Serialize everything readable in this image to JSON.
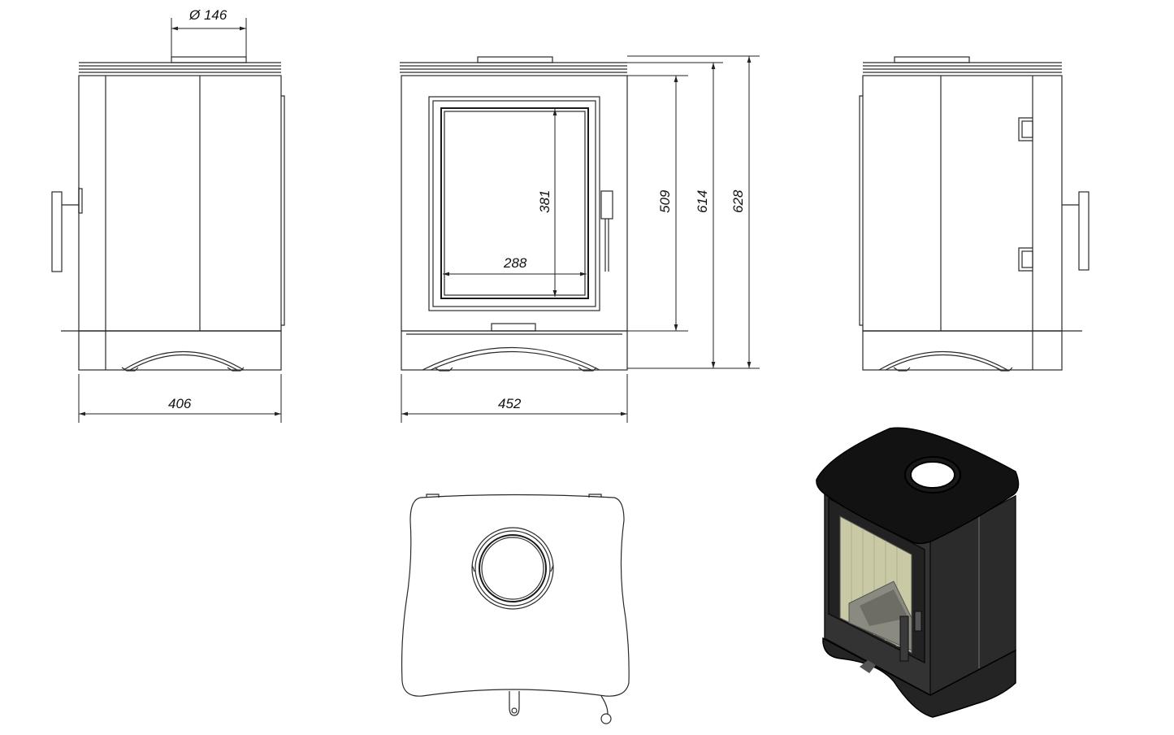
{
  "dimensions": {
    "flue_diameter": "Ø 146",
    "side_depth": "406",
    "front_width": "452",
    "glass_width": "288",
    "glass_height": "381",
    "body_height": "509",
    "height_to_top": "614",
    "total_height": "628"
  },
  "colors": {
    "line": "#2a2a2a",
    "stove_body": "#2b2b2b",
    "stove_top": "#121212",
    "glass": "#c9c9a6"
  }
}
